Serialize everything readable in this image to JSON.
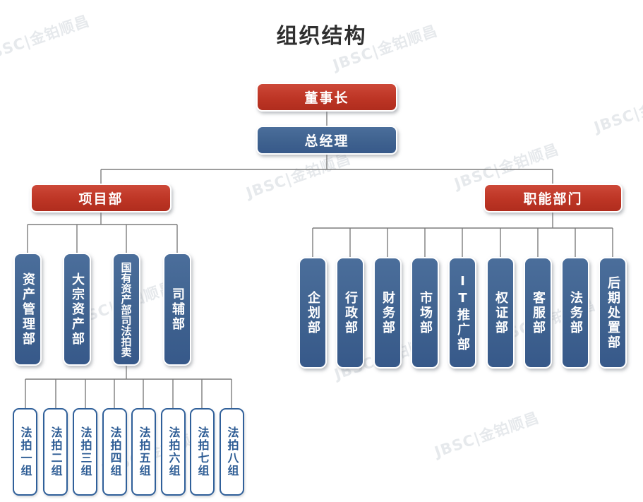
{
  "title": "组织结构",
  "watermark_text": "JBSC|金铂顺昌",
  "org": {
    "chairman": "董事长",
    "general_manager": "总经理",
    "project_dept": {
      "label": "项目部",
      "children": [
        "资产管理部",
        "大宗资产部",
        "国有资产部司法拍卖",
        "司辅部"
      ]
    },
    "functional_depts": {
      "label": "职能部门",
      "children": [
        "企划部",
        "行政部",
        "财务部",
        "市场部",
        "IT推广部",
        "权证部",
        "客服部",
        "法务部",
        "后期处置部"
      ]
    },
    "judicial_auction_groups": [
      "法拍一组",
      "法拍二组",
      "法拍三组",
      "法拍四组",
      "法拍五组",
      "法拍六组",
      "法拍七组",
      "法拍八组"
    ]
  },
  "colors": {
    "red": "#c23a2a",
    "blue": "#3f628f",
    "outline_blue": "#30609a",
    "line_gray": "#7d7d7d",
    "title_text": "#303030"
  }
}
